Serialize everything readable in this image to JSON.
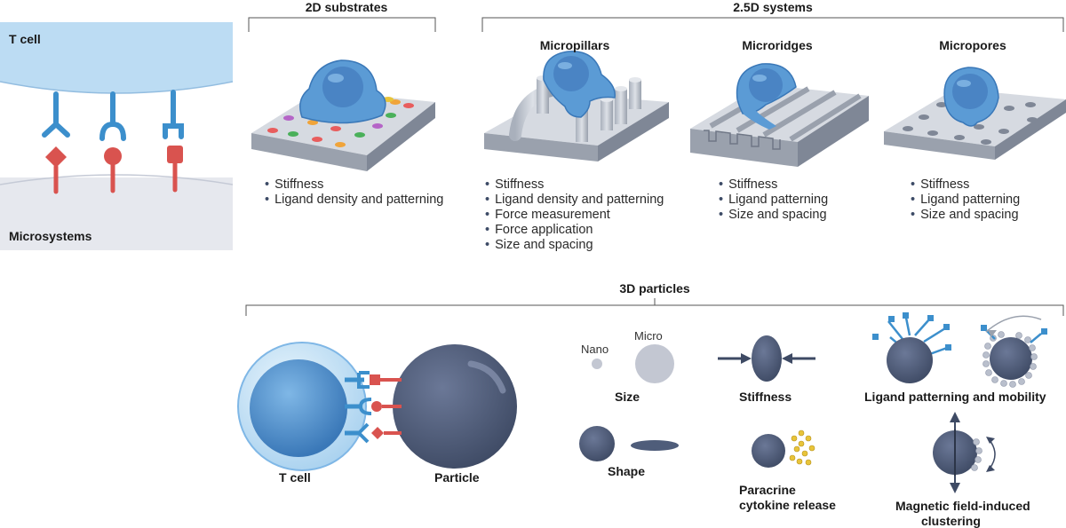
{
  "left_panel": {
    "top_label": "T cell",
    "bottom_label": "Microsystems"
  },
  "section_2d": {
    "title": "2D substrates",
    "bullets": [
      "Stiffness",
      "Ligand density and patterning"
    ]
  },
  "section_25d": {
    "title": "2.5D systems",
    "micropillars": {
      "title": "Micropillars",
      "bullets": [
        "Stiffness",
        "Ligand density and patterning",
        "Force measurement",
        "Force application",
        "Size and spacing"
      ]
    },
    "microridges": {
      "title": "Microridges",
      "bullets": [
        "Stiffness",
        "Ligand patterning",
        "Size and spacing"
      ]
    },
    "micropores": {
      "title": "Micropores",
      "bullets": [
        "Stiffness",
        "Ligand patterning",
        "Size and spacing"
      ]
    }
  },
  "section_3d": {
    "title": "3D particles",
    "tcell_label": "T cell",
    "particle_label": "Particle",
    "nano_label": "Nano",
    "micro_label": "Micro",
    "size_label": "Size",
    "shape_label": "Shape",
    "stiffness_label": "Stiffness",
    "paracrine_label_1": "Paracrine",
    "paracrine_label_2": "cytokine release",
    "ligand_label": "Ligand patterning and mobility",
    "magnetic_label_1": "Magnetic field-induced",
    "magnetic_label_2": "clustering"
  },
  "colors": {
    "cell_blue": "#5b9bd5",
    "cell_blue_dark": "#3a78b8",
    "cell_blue_light": "#bcdcf3",
    "particle_slate": "#4f5d7a",
    "receptor_blue": "#3c8fcc",
    "ligand_red": "#d9534f",
    "substrate_grey": "#c9ced6",
    "substrate_dark": "#8e95a3",
    "panel_grey": "#e6e8ee",
    "panel_blue": "#bcdcf3"
  }
}
